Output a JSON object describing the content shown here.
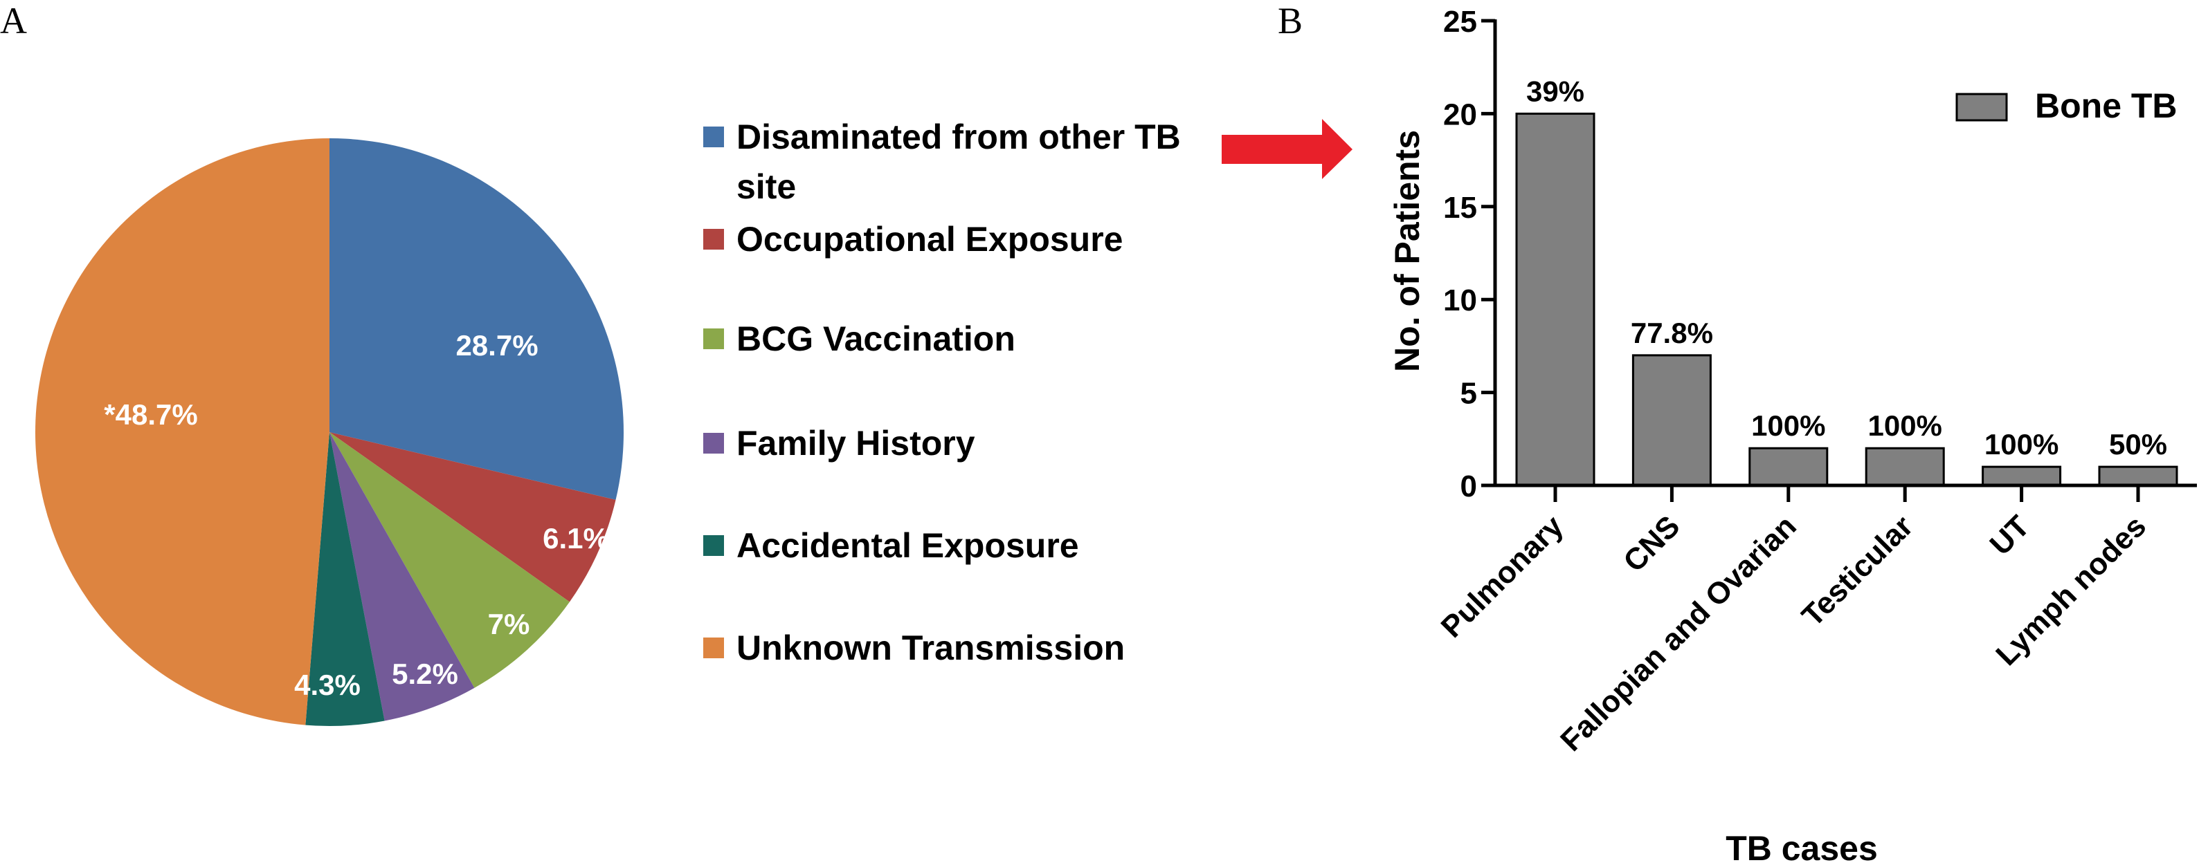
{
  "panel_labels": {
    "a": "A",
    "b": "B"
  },
  "chart_data": [
    {
      "type": "pie",
      "panel": "A",
      "start": "top",
      "direction": "clockwise",
      "legend_position": "right",
      "slices": [
        {
          "label": "Disaminated from other TB site",
          "legend_lines": [
            "Disaminated from other TB",
            "site"
          ],
          "value": 28.7,
          "data_label": "28.7%",
          "color": "#4472a8"
        },
        {
          "label": "Occupational Exposure",
          "legend_lines": [
            "Occupational Exposure"
          ],
          "value": 6.1,
          "data_label": "6.1%",
          "color": "#b04440"
        },
        {
          "label": "BCG Vaccination",
          "legend_lines": [
            "BCG Vaccination"
          ],
          "value": 7,
          "data_label": "7%",
          "color": "#8ba84a"
        },
        {
          "label": "Family History",
          "legend_lines": [
            "Family History"
          ],
          "value": 5.2,
          "data_label": "5.2%",
          "color": "#735a98"
        },
        {
          "label": "Accidental Exposure",
          "legend_lines": [
            "Accidental Exposure"
          ],
          "value": 4.3,
          "data_label": "4.3%",
          "color": "#17675f"
        },
        {
          "label": "Unknown Transmission",
          "legend_lines": [
            "Unknown Transmission"
          ],
          "value": 48.7,
          "data_label": "*48.7%",
          "color": "#dd8440"
        }
      ]
    },
    {
      "type": "bar",
      "panel": "B",
      "categories": [
        "Pulmonary",
        "CNS",
        "Fallopian and Ovarian",
        "Testicular",
        "UT",
        "Lymph nodes"
      ],
      "series": [
        {
          "name": "Bone TB",
          "values": [
            20,
            7,
            2,
            2,
            1,
            1
          ],
          "color": "#808080"
        }
      ],
      "data_labels": [
        "39%",
        "77.8%",
        "100%",
        "100%",
        "100%",
        "50%"
      ],
      "xlabel": "TB cases",
      "ylabel": "No. of Patients",
      "ylim": [
        0,
        25
      ],
      "yticks": [
        0,
        5,
        10,
        15,
        20,
        25
      ],
      "grid": false,
      "legend_position": "top-right"
    }
  ],
  "arrow_color": "#e8202a"
}
